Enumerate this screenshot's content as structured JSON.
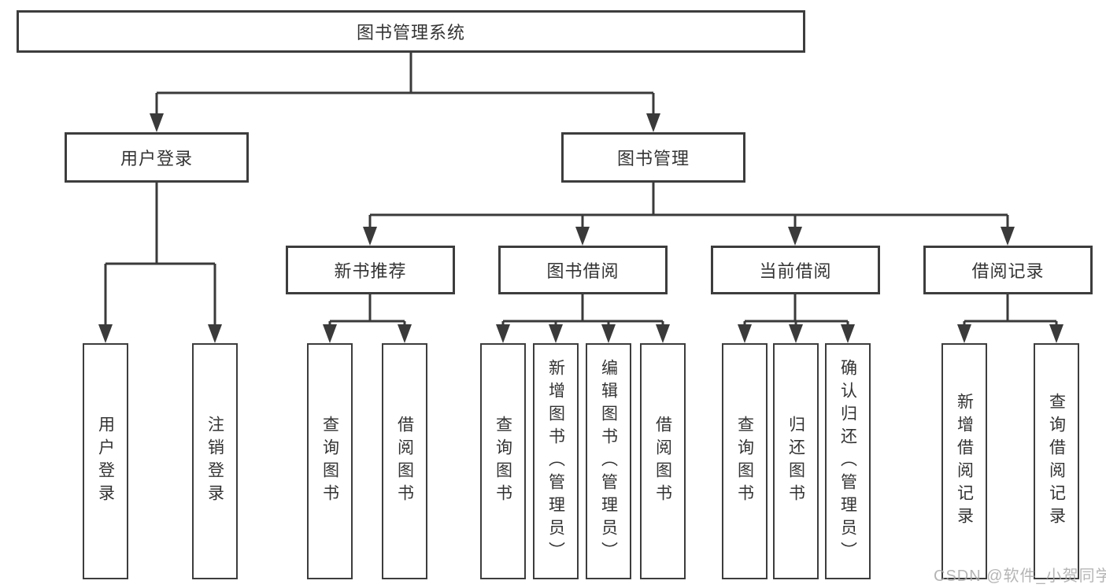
{
  "diagram": {
    "root_label": "图书管理系统",
    "branches": {
      "user_login": {
        "label": "用户登录",
        "leaves": [
          "用户登录",
          "注销登录"
        ]
      },
      "book_management": {
        "label": "图书管理",
        "groups": [
          {
            "label": "新书推荐",
            "leaves": [
              "查询图书",
              "借阅图书"
            ]
          },
          {
            "label": "图书借阅",
            "leaves": [
              "查询图书",
              "新增图书（管理员）",
              "编辑图书（管理员）",
              "借阅图书"
            ]
          },
          {
            "label": "当前借阅",
            "leaves": [
              "查询图书",
              "归还图书",
              "确认归还（管理员）"
            ]
          },
          {
            "label": "借阅记录",
            "leaves": [
              "新增借阅记录",
              "查询借阅记录"
            ]
          }
        ]
      }
    }
  },
  "watermark": "CSDN @软件_小贺同学",
  "colors": {
    "line": "#3a3a3a",
    "border": "#3d3d3d",
    "text": "#333333",
    "watermark": "#a8a8a8",
    "background": "#ffffff"
  }
}
